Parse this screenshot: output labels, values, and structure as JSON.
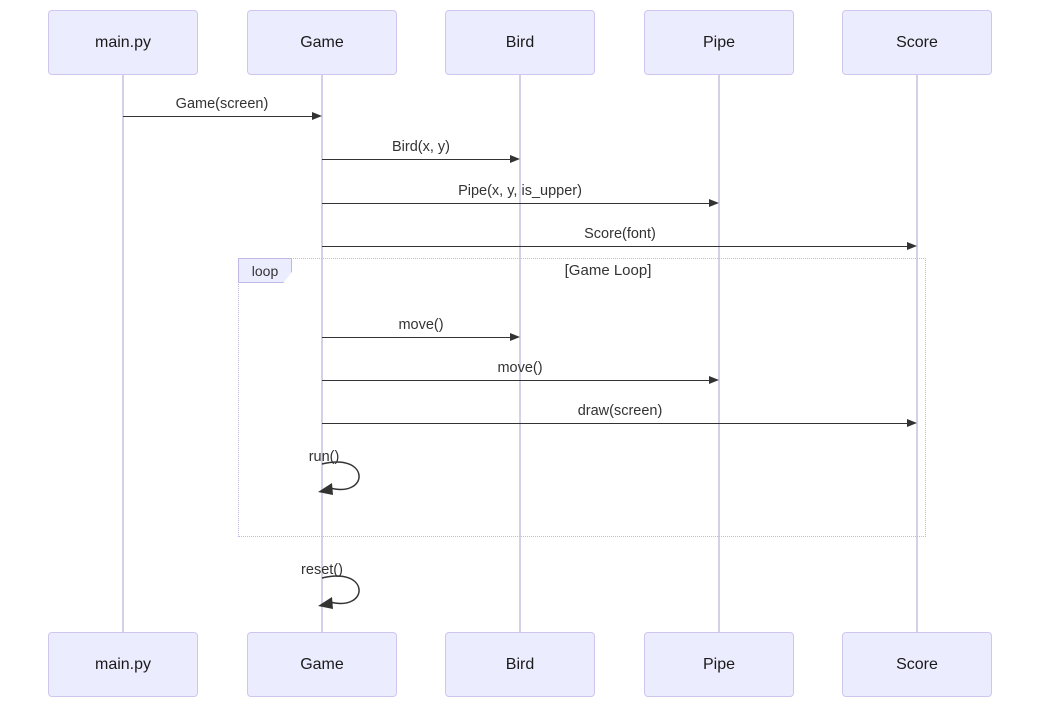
{
  "diagram_type": "sequence-diagram",
  "actors": [
    {
      "label": "main.py"
    },
    {
      "label": "Game"
    },
    {
      "label": "Bird"
    },
    {
      "label": "Pipe"
    },
    {
      "label": "Score"
    }
  ],
  "messages": [
    {
      "label": "Game(screen)",
      "from": "main.py",
      "to": "Game"
    },
    {
      "label": "Bird(x, y)",
      "from": "Game",
      "to": "Bird"
    },
    {
      "label": "Pipe(x, y, is_upper)",
      "from": "Game",
      "to": "Pipe"
    },
    {
      "label": "Score(font)",
      "from": "Game",
      "to": "Score"
    },
    {
      "label": "move()",
      "from": "Game",
      "to": "Bird",
      "in_loop": true
    },
    {
      "label": "move()",
      "from": "Game",
      "to": "Pipe",
      "in_loop": true
    },
    {
      "label": "draw(screen)",
      "from": "Game",
      "to": "Score",
      "in_loop": true
    },
    {
      "label": "run()",
      "from": "Game",
      "to": "Game",
      "self_message": true,
      "in_loop": true
    },
    {
      "label": "reset()",
      "from": "Game",
      "to": "Game",
      "self_message": true
    }
  ],
  "loop": {
    "tag": "loop",
    "title": "[Game Loop]"
  },
  "colors": {
    "actor_fill": "#ECECFF",
    "actor_border": "#CFC6F0",
    "lifeline": "#D5CFEA",
    "loop_border": "#C2B8E8",
    "arrow": "#333333",
    "text": "#333333",
    "background": "#FFFFFF"
  }
}
